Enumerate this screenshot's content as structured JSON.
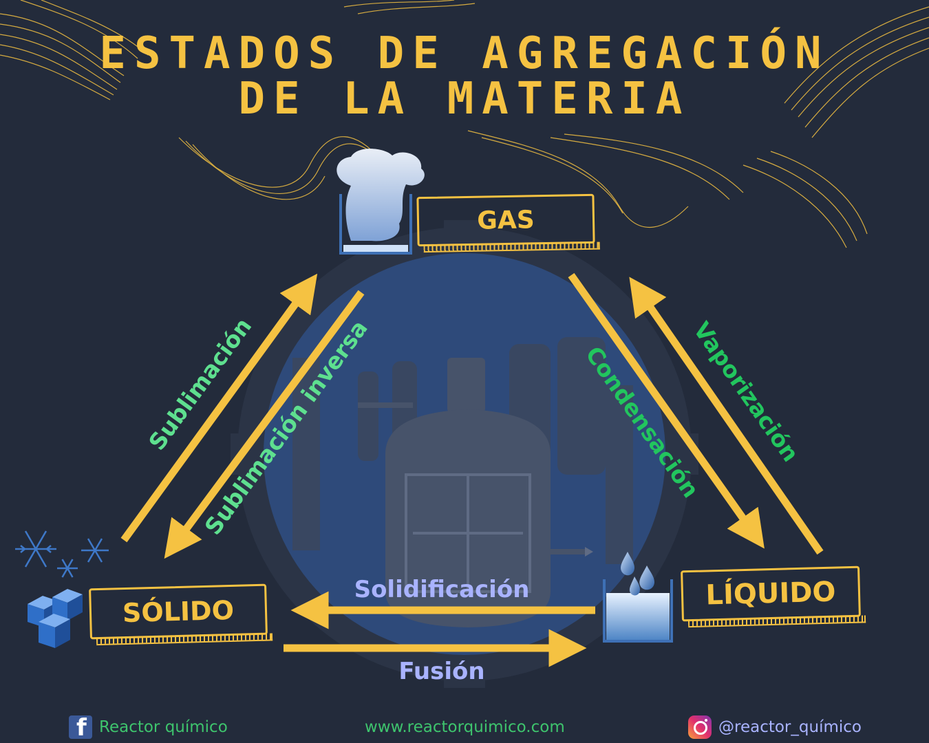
{
  "title": {
    "line1": "ESTADOS DE AGREGACIÓN",
    "line2": "DE LA MATERIA"
  },
  "states": {
    "gas": "GAS",
    "solid": "SÓLIDO",
    "liquid": "LÍQUIDO"
  },
  "transitions": {
    "sublimation": "Sublimación",
    "inverse_sublimation": "Sublimación inversa",
    "condensation": "Condensación",
    "vaporization": "Vaporización",
    "solidification": "Solidificación",
    "fusion": "Fusión"
  },
  "footer": {
    "facebook": "Reactor químico",
    "website": "www.reactorquimico.com",
    "instagram": "@reactor_químico"
  },
  "colors": {
    "background": "#232b3b",
    "accent_yellow": "#f5c242",
    "label_green": "#22c55e",
    "label_light_green": "#5ee08f",
    "label_lavender": "#a9b3ff",
    "ice_blue": "#3b7dd8"
  },
  "icons": {
    "gas": "beaker-steam-icon",
    "liquid": "beaker-droplets-icon",
    "solid": "ice-cubes-icon",
    "snow": "snowflake-icon",
    "center": "reactor-vessel-icon",
    "facebook": "facebook-icon",
    "instagram": "instagram-icon"
  }
}
